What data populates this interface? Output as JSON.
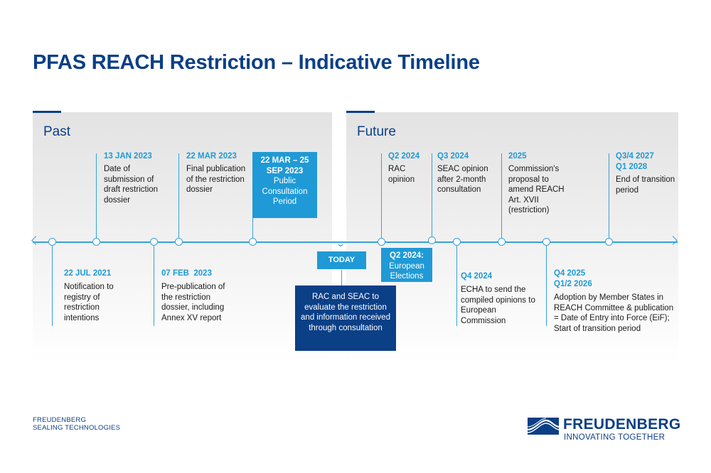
{
  "title": "PFAS REACH Restriction – Indicative Timeline",
  "sections": {
    "past": "Past",
    "future": "Future"
  },
  "events_above": [
    {
      "date": "13 JAN 2023",
      "desc": "Date of submission of draft restriction dossier"
    },
    {
      "date": "22 MAR 2023",
      "desc": "Final publication of the restriction dossier"
    },
    {
      "date": "Q2 2024",
      "desc": "RAC opinion"
    },
    {
      "date": "Q3 2024",
      "desc": "SEAC opinion after 2-month consultation"
    },
    {
      "date": "2025",
      "desc": "Commission's proposal to amend REACH Art. XVII (restriction)"
    },
    {
      "date": "Q3/4 2027\nQ1 2028",
      "desc": "End of transition period"
    }
  ],
  "events_below": [
    {
      "date": "22 JUL 2021",
      "desc": "Notification to registry of restriction intentions"
    },
    {
      "date": "07 FEB  2023",
      "desc": "Pre-publication of the restriction dossier, including Annex XV  report"
    },
    {
      "date": "Q4 2024",
      "desc": "ECHA to send the compiled opinions to European Commission"
    },
    {
      "date": "Q4 2025\nQ1/2 2026",
      "desc": "Adoption by Member States in REACH Committee & publication = Date of Entry into Force (EiF); Start of transition period"
    }
  ],
  "consultation_box": {
    "date": "22 MAR – 25 SEP 2023",
    "label": "Public Consultation Period"
  },
  "today": {
    "label": "TODAY",
    "note": "RAC and SEAC to evaluate the restriction and information received through consultation"
  },
  "elections_box": {
    "date": "Q2 2024:",
    "label": "European Elections"
  },
  "footer": {
    "company_line1": "FREUDENBERG",
    "company_line2": "SEALING TECHNOLOGIES",
    "logo_word": "FREUDENBERG",
    "logo_tagline": "INNOVATING TOGETHER"
  },
  "colors": {
    "navy": "#0b3f86",
    "cyan": "#1f9ad6",
    "line": "#36a2da"
  }
}
